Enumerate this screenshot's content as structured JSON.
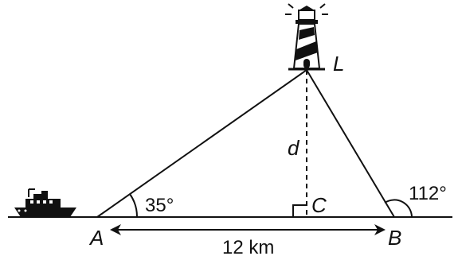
{
  "figure": {
    "points": {
      "A": "A",
      "B": "B",
      "C": "C",
      "L": "L"
    },
    "angles": {
      "at_A": "35°",
      "at_B_exterior": "112°"
    },
    "distance_AB": "12 km",
    "height_label": "d"
  },
  "colors": {
    "ink": "#111111",
    "background": "#ffffff"
  },
  "icons": {
    "ship": "ship-icon",
    "lighthouse": "lighthouse-icon"
  }
}
